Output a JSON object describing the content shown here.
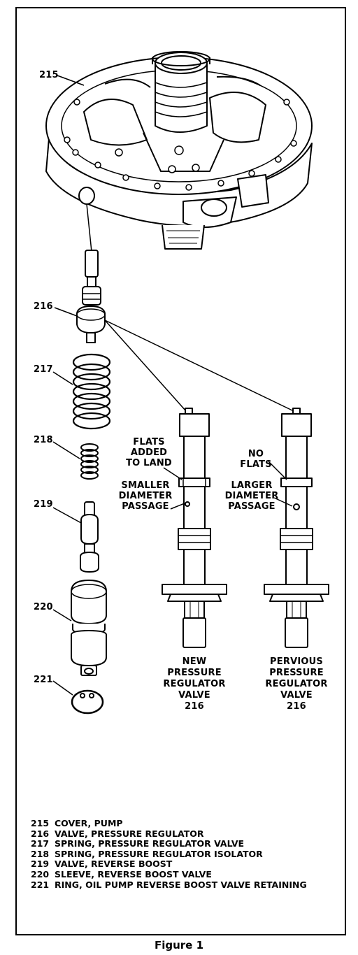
{
  "callouts": {
    "c215": "215",
    "c216": "216",
    "c217": "217",
    "c218": "218",
    "c219": "219",
    "c220": "220",
    "c221": "221"
  },
  "new_valve": {
    "flats_line1": "FLATS",
    "flats_line2": "ADDED",
    "flats_line3": "TO LAND",
    "passage_line1": "SMALLER",
    "passage_line2": "DIAMETER",
    "passage_line3": "PASSAGE",
    "title_line1": "NEW",
    "title_line2": "PRESSURE",
    "title_line3": "REGULATOR",
    "title_line4": "VALVE",
    "title_line5": "216"
  },
  "previous_valve": {
    "flats_line1": "NO",
    "flats_line2": "FLATS",
    "passage_line1": "LARGER",
    "passage_line2": "DIAMETER",
    "passage_line3": "PASSAGE",
    "title_line1": "PERVIOUS",
    "title_line2": "PRESSURE",
    "title_line3": "REGULATOR",
    "title_line4": "VALVE",
    "title_line5": "216"
  },
  "legend": [
    {
      "num": "215",
      "text": "COVER, PUMP"
    },
    {
      "num": "216",
      "text": "VALVE, PRESSURE REGULATOR"
    },
    {
      "num": "217",
      "text": "SPRING, PRESSURE REGULATOR VALVE"
    },
    {
      "num": "218",
      "text": "SPRING, PRESSURE REGULATOR ISOLATOR"
    },
    {
      "num": "219",
      "text": "VALVE, REVERSE BOOST"
    },
    {
      "num": "220",
      "text": "SLEEVE, REVERSE BOOST VALVE"
    },
    {
      "num": "221",
      "text": "RING, OIL PUMP REVERSE BOOST VALVE RETAINING"
    }
  ],
  "caption": "Figure 1"
}
